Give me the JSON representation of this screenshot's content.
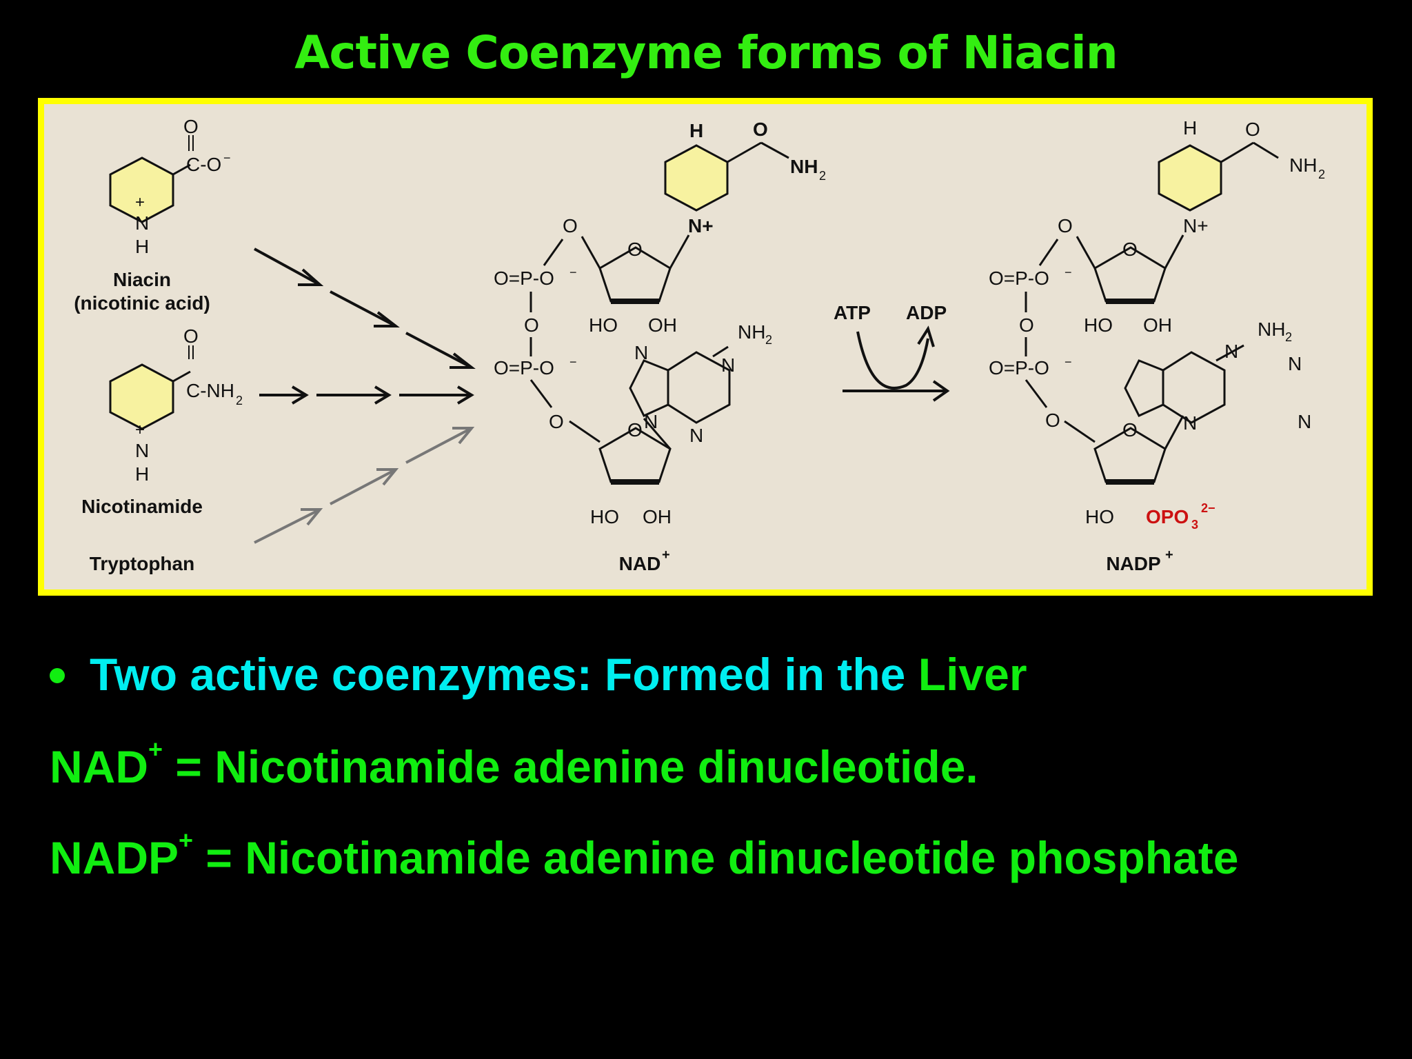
{
  "slide": {
    "title": "Active Coenzyme forms of Niacin",
    "accent_colors": {
      "title": "#33ee11",
      "frame": "#ffff00",
      "cyan": "#00eef0",
      "green": "#11ee11",
      "phosphate": "#cc1111"
    }
  },
  "diagram": {
    "precursors": {
      "niacin_name": "Niacin",
      "niacin_alt": "(nicotinic acid)",
      "nicotinamide_name": "Nicotinamide",
      "tryptophan_name": "Tryptophan"
    },
    "groups": {
      "carboxylate": "C-O",
      "amide_c": "C-NH",
      "amide_nh2": "NH",
      "ring_n": "N",
      "ring_h": "H",
      "ring_plus": "+",
      "carbonyl_o": "O",
      "h_label": "H",
      "ring_o": "O",
      "phosphate": "O=P-O",
      "bridge_o": "O",
      "ho": "HO",
      "oh": "OH",
      "o_minus": "O",
      "n_plus": "N+",
      "adenine_nh2": "NH",
      "subscript_2": "2",
      "minus": "−",
      "opo3": "OPO",
      "opo3_sub": "3",
      "opo3_sup": "2−"
    },
    "reaction": {
      "atp": "ATP",
      "adp": "ADP"
    },
    "products": {
      "nad": "NAD",
      "nadp": "NADP",
      "plus": "+"
    }
  },
  "bullets": {
    "line1_part1": "Two active coenzymes: Formed in the",
    "line1_part2": "Liver",
    "nad_label": "NAD",
    "nad_sup": "+",
    "nad_text": "= Nicotinamide adenine dinucleotide.",
    "nadp_label": "NADP",
    "nadp_sup": "+",
    "nadp_text": "= Nicotinamide adenine dinucleotide phosphate"
  }
}
